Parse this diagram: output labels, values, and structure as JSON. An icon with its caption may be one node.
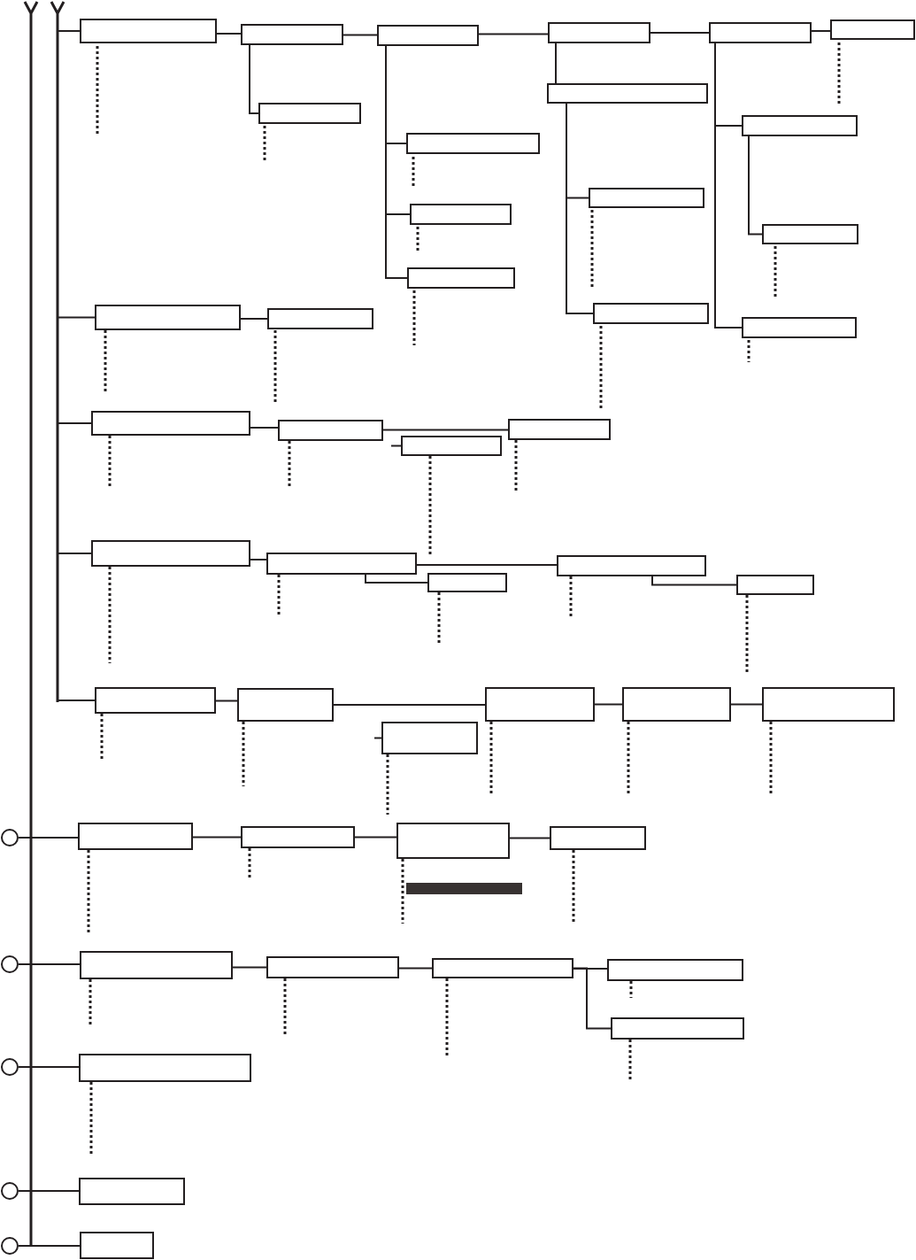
{
  "diagram": {
    "nodes": [
      {
        "text": [],
        "shape": "box"
      },
      {
        "text": [],
        "shape": "box"
      },
      {
        "text": [],
        "shape": "box"
      },
      {
        "text": [],
        "shape": "box"
      },
      {
        "text": [],
        "shape": "box"
      },
      {
        "text": [],
        "shape": "box"
      },
      {
        "text": [],
        "shape": "box"
      },
      {
        "text": [],
        "shape": "box"
      },
      {
        "text": [],
        "shape": "box"
      },
      {
        "text": [],
        "shape": "box"
      },
      {
        "text": [],
        "shape": "box"
      },
      {
        "text": [],
        "shape": "box"
      },
      {
        "text": [],
        "shape": "box"
      },
      {
        "text": [],
        "shape": "box"
      },
      {
        "text": [],
        "shape": "box"
      },
      {
        "text": [],
        "shape": "box"
      },
      {
        "text": [],
        "shape": "box"
      },
      {
        "text": [],
        "shape": "box"
      },
      {
        "text": [],
        "shape": "box"
      },
      {
        "text": [],
        "shape": "box"
      },
      {
        "text": [],
        "shape": "box"
      },
      {
        "text": [],
        "shape": "box"
      },
      {
        "text": [],
        "shape": "box"
      },
      {
        "text": [],
        "shape": "box"
      },
      {
        "text": [],
        "shape": "box"
      },
      {
        "text": [],
        "shape": "box"
      },
      {
        "text": [],
        "shape": "box"
      },
      {
        "text": [],
        "shape": "box"
      },
      {
        "text": [],
        "shape": "box"
      },
      {
        "text": [],
        "shape": "box"
      },
      {
        "text": [],
        "shape": "box"
      },
      {
        "text": [],
        "shape": "box"
      },
      {
        "text": [],
        "shape": "box"
      },
      {
        "text": [],
        "shape": "box"
      },
      {
        "text": [],
        "shape": "box"
      },
      {
        "text": [],
        "shape": "box"
      },
      {
        "text": [],
        "shape": "box"
      },
      {
        "text": [],
        "shape": "box"
      },
      {
        "text": [],
        "shape": "box"
      },
      {
        "text": [],
        "shape": "box"
      },
      {
        "text": [],
        "shape": "box"
      },
      {
        "text": [],
        "shape": "box"
      },
      {
        "text": [],
        "shape": "box"
      },
      {
        "text": [],
        "shape": "box"
      },
      {
        "text": [],
        "shape": "box"
      },
      {
        "text": [],
        "shape": "circle"
      },
      {
        "text": [],
        "shape": "circle"
      },
      {
        "text": [],
        "shape": "circle"
      },
      {
        "text": [],
        "shape": "circle"
      },
      {
        "text": [],
        "shape": "circle"
      }
    ],
    "edges": [
      {
        "from": null,
        "to": 0,
        "arrow": "none"
      },
      {
        "from": 0,
        "to": 1,
        "arrow": "none"
      },
      {
        "from": 1,
        "to": 2,
        "arrow": "none"
      },
      {
        "from": 2,
        "to": 3,
        "arrow": "none"
      },
      {
        "from": 3,
        "to": 4,
        "arrow": "none"
      },
      {
        "from": 4,
        "to": 5,
        "arrow": "none"
      },
      {
        "from": 1,
        "to": 6,
        "arrow": "none"
      },
      {
        "from": 2,
        "to": 7,
        "arrow": "none"
      },
      {
        "from": 2,
        "to": 8,
        "arrow": "none"
      },
      {
        "from": 2,
        "to": 9,
        "arrow": "none"
      },
      {
        "from": 3,
        "to": 10,
        "arrow": "none"
      },
      {
        "from": 10,
        "to": 11,
        "arrow": "none"
      },
      {
        "from": 10,
        "to": 12,
        "arrow": "none"
      },
      {
        "from": 4,
        "to": 13,
        "arrow": "none"
      },
      {
        "from": 13,
        "to": 14,
        "arrow": "none"
      },
      {
        "from": 4,
        "to": 15,
        "arrow": "none"
      },
      {
        "from": null,
        "to": 16,
        "arrow": "none"
      },
      {
        "from": 16,
        "to": 17,
        "arrow": "none"
      },
      {
        "from": null,
        "to": 18,
        "arrow": "none"
      },
      {
        "from": 18,
        "to": 19,
        "arrow": "none"
      },
      {
        "from": null,
        "to": 20,
        "arrow": "none"
      },
      {
        "from": 19,
        "to": 21,
        "arrow": "none"
      },
      {
        "from": null,
        "to": 22,
        "arrow": "none"
      },
      {
        "from": 22,
        "to": 23,
        "arrow": "none"
      },
      {
        "from": 23,
        "to": 24,
        "arrow": "none"
      },
      {
        "from": 23,
        "to": 25,
        "arrow": "none"
      },
      {
        "from": 25,
        "to": 26,
        "arrow": "none"
      },
      {
        "from": null,
        "to": 27,
        "arrow": "none"
      },
      {
        "from": 27,
        "to": 28,
        "arrow": "none"
      },
      {
        "from": null,
        "to": 29,
        "arrow": "none"
      },
      {
        "from": 28,
        "to": 30,
        "arrow": "none"
      },
      {
        "from": 30,
        "to": 31,
        "arrow": "none"
      },
      {
        "from": 31,
        "to": 32,
        "arrow": "none"
      },
      {
        "from": 45,
        "to": 33,
        "arrow": "none"
      },
      {
        "from": 33,
        "to": 34,
        "arrow": "none"
      },
      {
        "from": 34,
        "to": 35,
        "arrow": "none"
      },
      {
        "from": 35,
        "to": 36,
        "arrow": "none"
      },
      {
        "from": 46,
        "to": 37,
        "arrow": "none"
      },
      {
        "from": 37,
        "to": 38,
        "arrow": "none"
      },
      {
        "from": 38,
        "to": 39,
        "arrow": "none"
      },
      {
        "from": 39,
        "to": 40,
        "arrow": "none"
      },
      {
        "from": 39,
        "to": 41,
        "arrow": "none"
      },
      {
        "from": 47,
        "to": 42,
        "arrow": "none"
      },
      {
        "from": 48,
        "to": 43,
        "arrow": "none"
      },
      {
        "from": 49,
        "to": 44,
        "arrow": "none"
      }
    ]
  }
}
